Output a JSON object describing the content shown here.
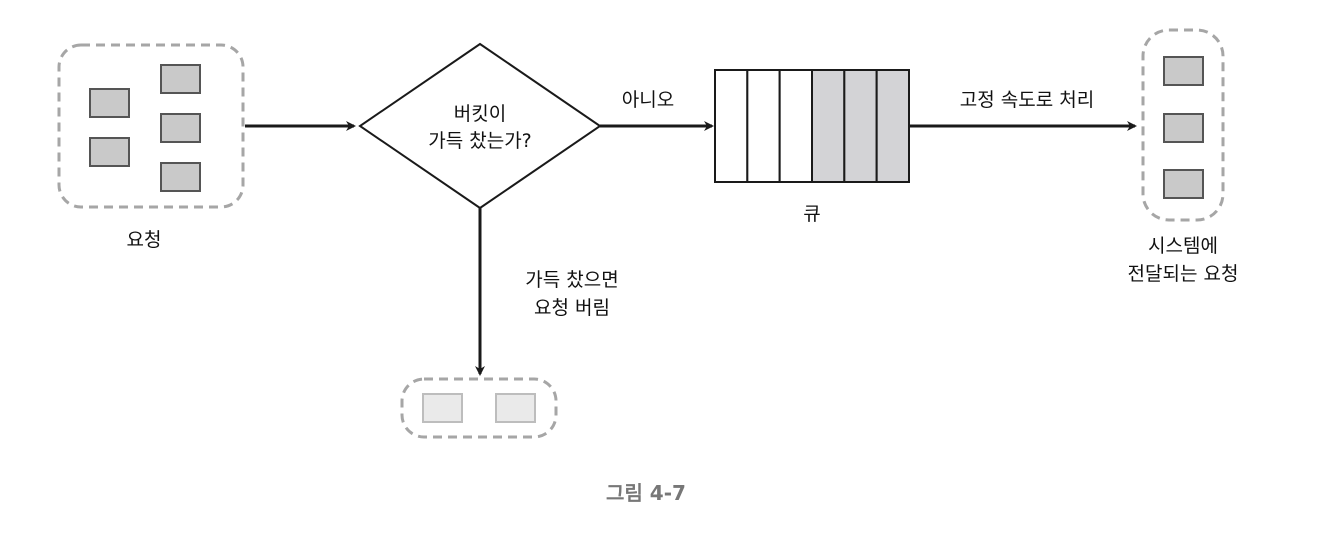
{
  "labels": {
    "requests": "요청",
    "decision_line1": "버킷이",
    "decision_line2": "가득 찼는가?",
    "no": "아니오",
    "queue": "큐",
    "fixed_rate": "고정 속도로 처리",
    "delivered_line1": "시스템에",
    "delivered_line2": "전달되는 요청",
    "full_line1": "가득 찼으면",
    "full_line2": "요청 버림"
  },
  "caption": "그림 4-7",
  "queue": {
    "total_slots": 6,
    "filled_slots": 3
  },
  "colors": {
    "request_fill": "#c9c9c9",
    "dropped_fill": "#eaeaea",
    "queue_filled": "#d3d3d6",
    "dashed_border": "#a6a6a6",
    "caption": "#777777"
  }
}
